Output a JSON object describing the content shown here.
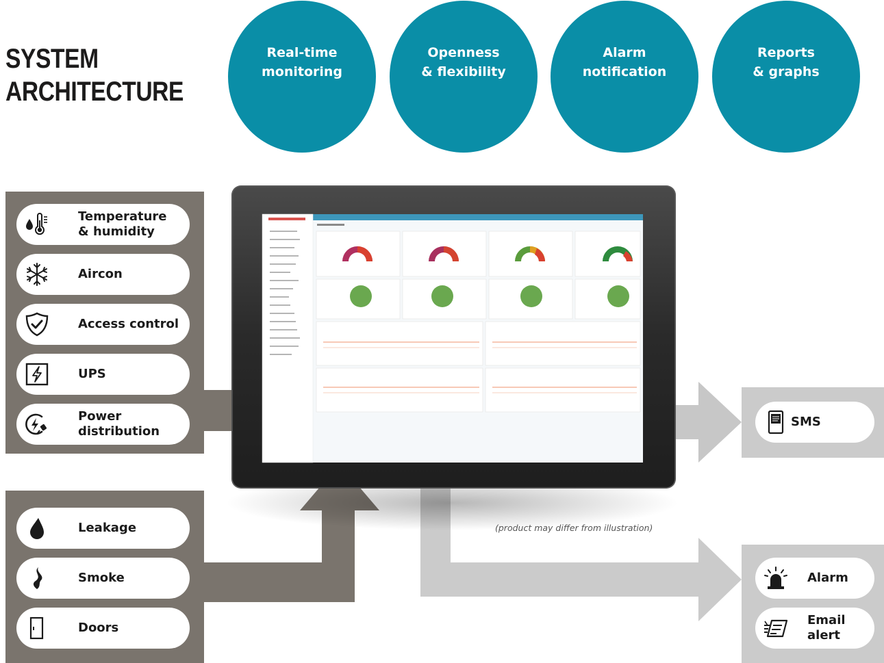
{
  "title": {
    "line1": "SYSTEM",
    "line2": "ARCHITECTURE"
  },
  "features": [
    {
      "label": "Real-time\nmonitoring"
    },
    {
      "label": "Openness\n& flexibility"
    },
    {
      "label": "Alarm\nnotification"
    },
    {
      "label": "Reports\n& graphs"
    }
  ],
  "inputs_upper": [
    {
      "label": "Temperature\n& humidity",
      "icon": "thermometer-drop-icon"
    },
    {
      "label": "Aircon",
      "icon": "snowflake-icon"
    },
    {
      "label": "Access control",
      "icon": "shield-check-icon"
    },
    {
      "label": "UPS",
      "icon": "lightning-box-icon"
    },
    {
      "label": "Power\ndistribution",
      "icon": "power-plug-icon"
    }
  ],
  "inputs_lower": [
    {
      "label": "Leakage",
      "icon": "water-drop-icon"
    },
    {
      "label": "Smoke",
      "icon": "smoke-icon"
    },
    {
      "label": "Doors",
      "icon": "door-icon"
    }
  ],
  "outputs": {
    "sms": {
      "label": "SMS",
      "icon": "phone-icon"
    },
    "alarm": {
      "label": "Alarm",
      "icon": "siren-icon"
    },
    "email": {
      "label": "Email\nalert",
      "icon": "email-icon"
    }
  },
  "caption": "(product may differ from illustration)",
  "colors": {
    "feature_circle": "#0a8ea7",
    "input_panel": "#7a746d",
    "output_panel": "#cbcbcb",
    "title_text": "#1c1b1b",
    "gauge_green": "#6aa84f"
  }
}
